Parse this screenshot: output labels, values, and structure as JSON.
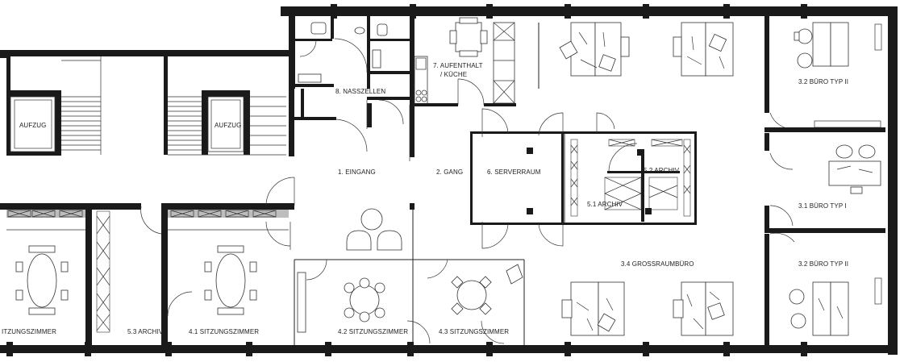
{
  "rooms": {
    "aufzug_left": "AUFZUG",
    "aufzug_right": "AUFZUG",
    "nasszellen": "8. NASSZELLEN",
    "aufenthalt_line1": "7. AUFENTHALT",
    "aufenthalt_line2": "/ KÜCHE",
    "eingang": "1. EINGANG",
    "gang": "2. GANG",
    "serverraum": "6. SERVERRAUM",
    "archiv_52": "5.2 ARCHIV",
    "archiv_51": "5.1 ARCHIV",
    "buero_32_top": "3.2 BÜRO TYP II",
    "buero_31": "3.1 BÜRO TYP I",
    "buero_32_bottom": "3.2 BÜRO TYP II",
    "grossraum": "3.4 GROSSRAUMBÜRO",
    "sitzungszimmer_left": "ITZUNGSZIMMER",
    "archiv_53": "5.3 ARCHIV",
    "sitzungszimmer_41": "4.1 SITZUNGSZIMMER",
    "sitzungszimmer_42": "4.2 SITZUNGSZIMMER",
    "sitzungszimmer_43": "4.3 SITZUNGSZIMMER"
  },
  "colors": {
    "wall": "#1a1a1a",
    "line": "#222222",
    "background": "#ffffff"
  }
}
